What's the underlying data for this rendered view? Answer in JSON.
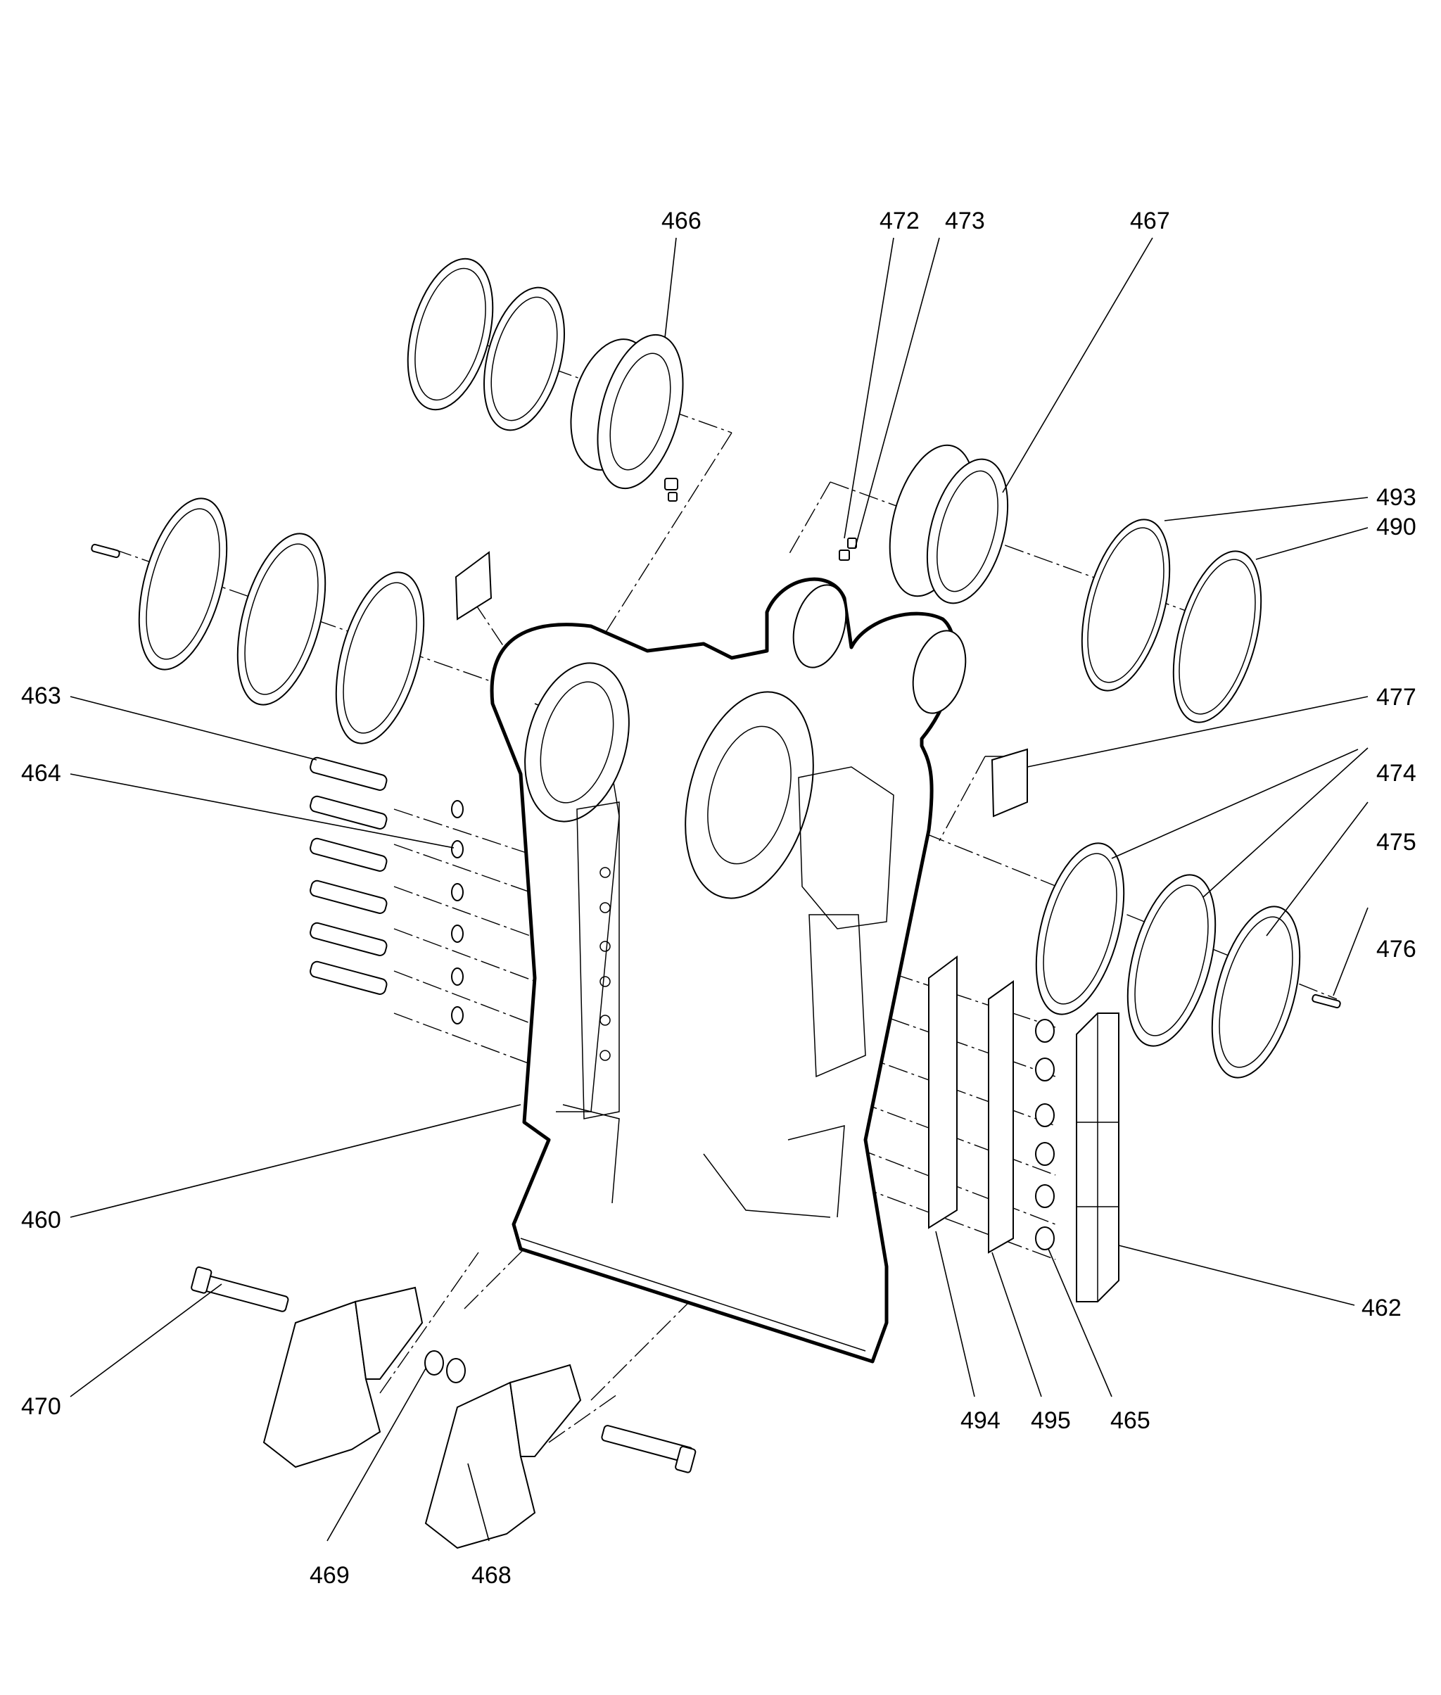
{
  "diagram": {
    "type": "exploded-parts-diagram",
    "callouts": [
      {
        "id": "466",
        "label": "466",
        "part": "bushing-upper-left"
      },
      {
        "id": "472",
        "label": "472",
        "part": "grease-fitting"
      },
      {
        "id": "473",
        "label": "473",
        "part": "grease-fitting-cap"
      },
      {
        "id": "467",
        "label": "467",
        "part": "bushing-upper-right"
      },
      {
        "id": "493",
        "label": "493",
        "part": "shim-ring-upper"
      },
      {
        "id": "490",
        "label": "490",
        "part": "shim-ring-upper-outer"
      },
      {
        "id": "477",
        "label": "477",
        "part": "decal-right"
      },
      {
        "id": "474",
        "label": "474",
        "part": "shim-rings-right"
      },
      {
        "id": "475",
        "label": "475",
        "part": "retaining-ring-right"
      },
      {
        "id": "476",
        "label": "476",
        "part": "pin-right"
      },
      {
        "id": "463",
        "label": "463",
        "part": "cap-screw"
      },
      {
        "id": "464",
        "label": "464",
        "part": "washer"
      },
      {
        "id": "460",
        "label": "460",
        "part": "main-frame"
      },
      {
        "id": "462",
        "label": "462",
        "part": "wear-plate"
      },
      {
        "id": "494",
        "label": "494",
        "part": "shim-plate-a"
      },
      {
        "id": "495",
        "label": "495",
        "part": "shim-plate-b"
      },
      {
        "id": "465",
        "label": "465",
        "part": "spacer"
      },
      {
        "id": "470",
        "label": "470",
        "part": "bolt"
      },
      {
        "id": "469",
        "label": "469",
        "part": "nut"
      },
      {
        "id": "468",
        "label": "468",
        "part": "tooth"
      }
    ]
  }
}
